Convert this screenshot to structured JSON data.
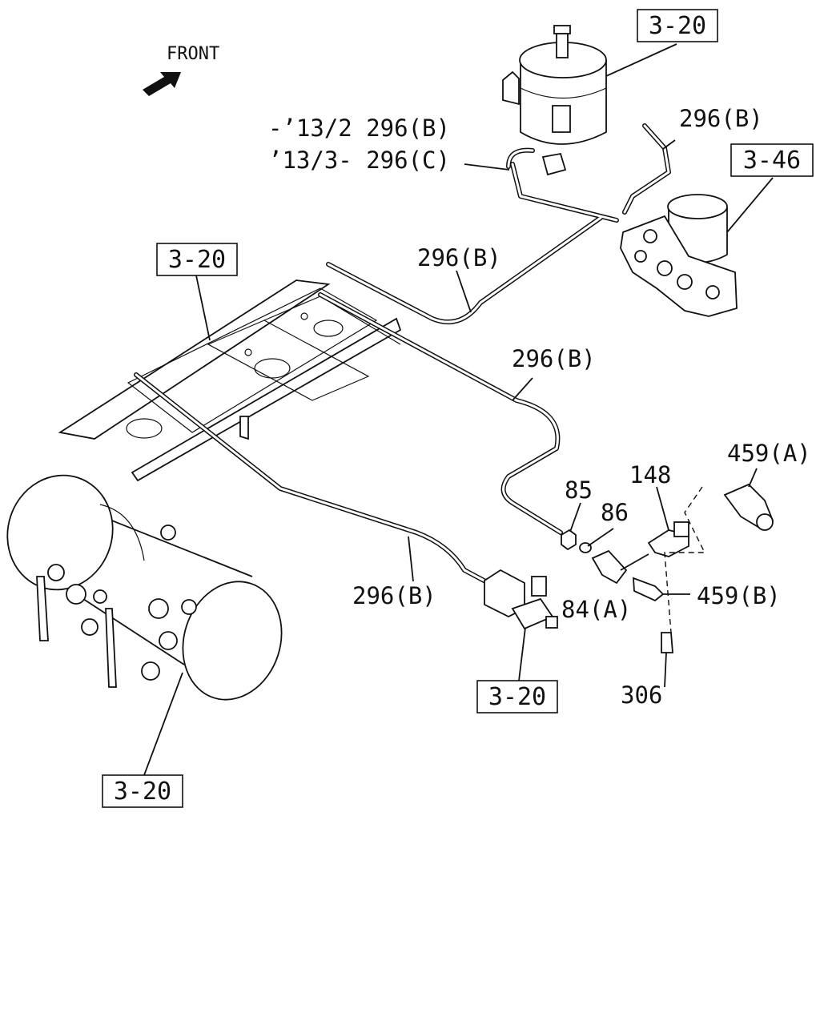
{
  "orientation": {
    "label": "FRONT"
  },
  "refs": {
    "tank_top": "3-20",
    "dryer": "3-46",
    "frame": "3-20",
    "valve_bottom": "3-20",
    "tank_left": "3-20"
  },
  "labels": {
    "hose_early": "-’13/2 296(B)",
    "hose_late": "’13/3- 296(C)",
    "p296b_top": "296(B)",
    "p296b_mid": "296(B)",
    "p296b_right": "296(B)",
    "p296b_lower": "296(B)",
    "p459a": "459(A)",
    "p148": "148",
    "p85": "85",
    "p86": "86",
    "p84a": "84(A)",
    "p459b": "459(B)",
    "p306": "306"
  }
}
